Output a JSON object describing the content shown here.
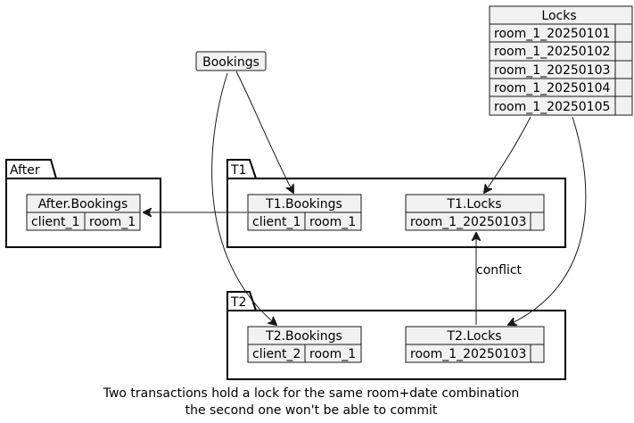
{
  "packages": {
    "after": {
      "name": "After"
    },
    "t1": {
      "name": "T1"
    },
    "t2": {
      "name": "T2"
    }
  },
  "tables": {
    "bookings": {
      "title": "Bookings"
    },
    "locks": {
      "title": "Locks",
      "rows": [
        "room_1_20250101",
        "room_1_20250102",
        "room_1_20250103",
        "room_1_20250104",
        "room_1_20250105"
      ]
    },
    "after_bookings": {
      "title": "After.Bookings",
      "row": [
        "client_1",
        "room_1"
      ]
    },
    "t1_bookings": {
      "title": "T1.Bookings",
      "row": [
        "client_1",
        "room_1"
      ]
    },
    "t1_locks": {
      "title": "T1.Locks",
      "row": [
        "room_1_20250103"
      ]
    },
    "t2_bookings": {
      "title": "T2.Bookings",
      "row": [
        "client_2",
        "room_1"
      ]
    },
    "t2_locks": {
      "title": "T2.Locks",
      "row": [
        "room_1_20250103"
      ]
    }
  },
  "edges": {
    "conflict_label": "conflict"
  },
  "caption": {
    "line1": "Two transactions hold a lock for the same room+date combination",
    "line2": "the second one won't be able to commit"
  },
  "colors": {
    "cell_fill": "#f1f1f1",
    "stroke": "#181818"
  }
}
